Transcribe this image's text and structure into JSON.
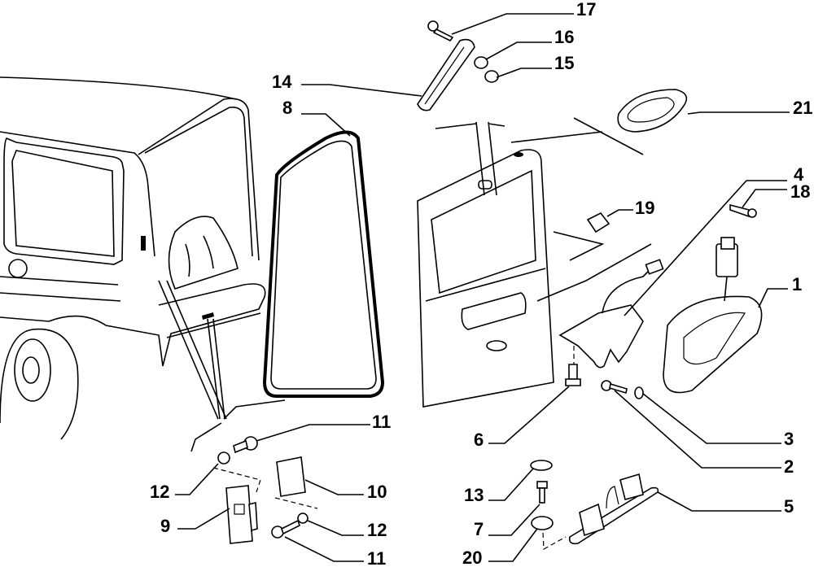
{
  "diagram": {
    "type": "exploded parts diagram",
    "subject": "rear door (tailgate) assembly with lock, handle, seal and striker",
    "callouts": [
      {
        "id": "c17",
        "number": "17",
        "part": "bolt"
      },
      {
        "id": "c16",
        "number": "16",
        "part": "washer"
      },
      {
        "id": "c15",
        "number": "15",
        "part": "nut"
      },
      {
        "id": "c14",
        "number": "14",
        "part": "door check strap"
      },
      {
        "id": "c8",
        "number": "8",
        "part": "door seal"
      },
      {
        "id": "c21",
        "number": "21",
        "part": "grommet"
      },
      {
        "id": "c4",
        "number": "4",
        "part": "lock"
      },
      {
        "id": "c18",
        "number": "18",
        "part": "screw"
      },
      {
        "id": "c19",
        "number": "19",
        "part": "clip"
      },
      {
        "id": "c1",
        "number": "1",
        "part": "outer handle"
      },
      {
        "id": "c11a",
        "number": "11",
        "part": "bolt"
      },
      {
        "id": "c12a",
        "number": "12",
        "part": "washer"
      },
      {
        "id": "c9",
        "number": "9",
        "part": "striker plate"
      },
      {
        "id": "c10",
        "number": "10",
        "part": "bump stop"
      },
      {
        "id": "c12b",
        "number": "12",
        "part": "washer"
      },
      {
        "id": "c11b",
        "number": "11",
        "part": "bolt"
      },
      {
        "id": "c6",
        "number": "6",
        "part": "bolt"
      },
      {
        "id": "c3",
        "number": "3",
        "part": "washer"
      },
      {
        "id": "c2",
        "number": "2",
        "part": "screw"
      },
      {
        "id": "c13",
        "number": "13",
        "part": "cap"
      },
      {
        "id": "c7",
        "number": "7",
        "part": "bolt"
      },
      {
        "id": "c20",
        "number": "20",
        "part": "washer"
      },
      {
        "id": "c5",
        "number": "5",
        "part": "hinge bracket"
      }
    ]
  }
}
